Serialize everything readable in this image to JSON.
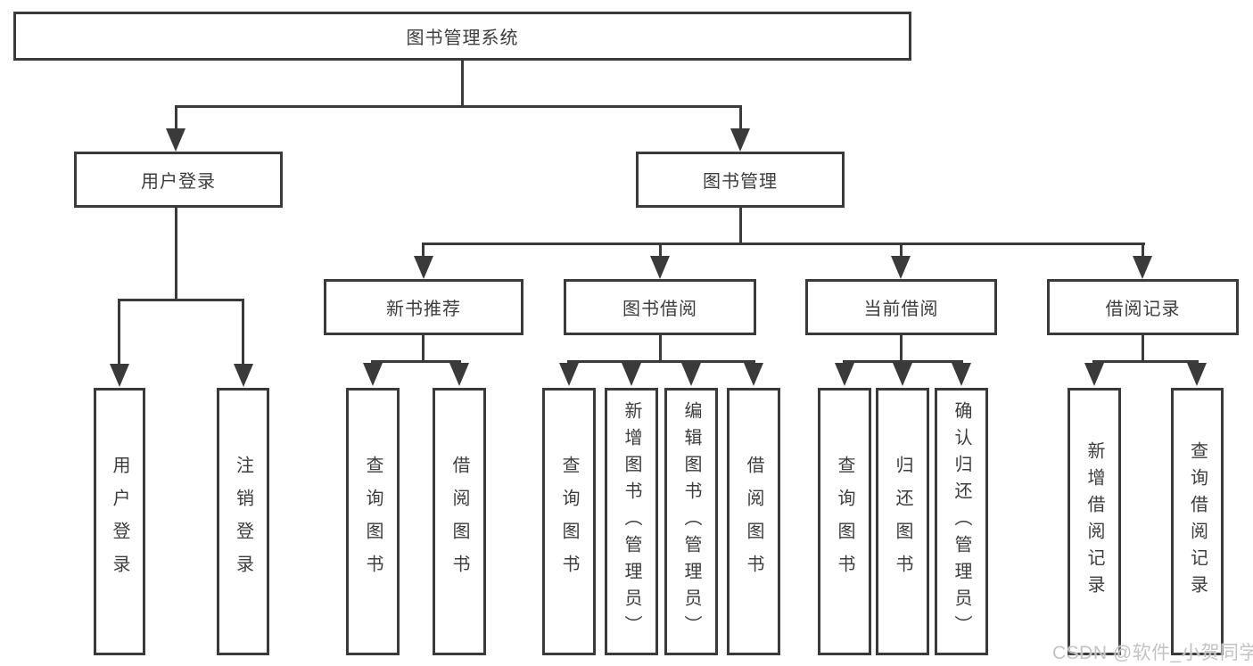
{
  "title": {
    "root_label": "图书管理系统"
  },
  "branches": {
    "user_login": {
      "label": "用户登录",
      "leaves": [
        "用户登录",
        "注销登录"
      ]
    },
    "book_mgmt": {
      "label": "图书管理"
    },
    "new_books": {
      "label": "新书推荐",
      "leaves": [
        "查询图书",
        "借阅图书"
      ]
    },
    "book_borrow": {
      "label": "图书借阅",
      "leaves": [
        "查询图书",
        "新增图书（管理员）",
        "编辑图书（管理员）",
        "借阅图书"
      ]
    },
    "current_borrow": {
      "label": "当前借阅",
      "leaves": [
        "查询图书",
        "归还图书",
        "确认归还（管理员）"
      ]
    },
    "borrow_records": {
      "label": "借阅记录",
      "leaves": [
        "新增借阅记录",
        "查询借阅记录"
      ]
    }
  },
  "watermark": "CSDN @软件_小贺同学",
  "colors": {
    "line": "#3a3a3a",
    "text": "#3d3d3d",
    "watermark": "#c3c3c3",
    "background": "#ffffff"
  }
}
